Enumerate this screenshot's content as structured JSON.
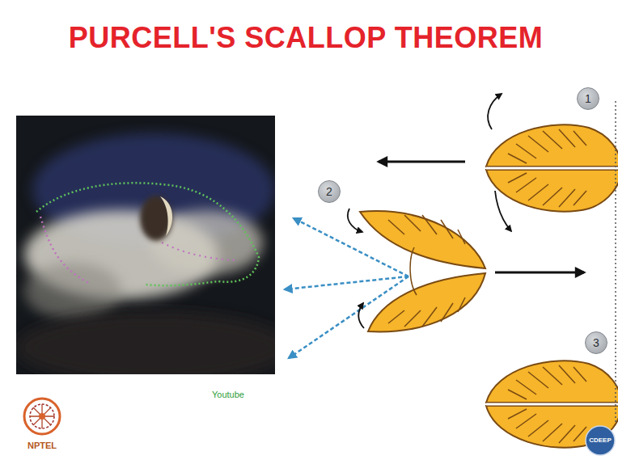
{
  "diagram": {
    "title": "PURCELL'S SCALLOP THEOREM",
    "nodes": [
      {
        "text": [
          "1"
        ]
      },
      {
        "text": [
          "2"
        ]
      },
      {
        "text": [
          "3"
        ]
      }
    ],
    "labels": [
      "Youtube",
      "NPTEL",
      "CDEEP"
    ]
  }
}
